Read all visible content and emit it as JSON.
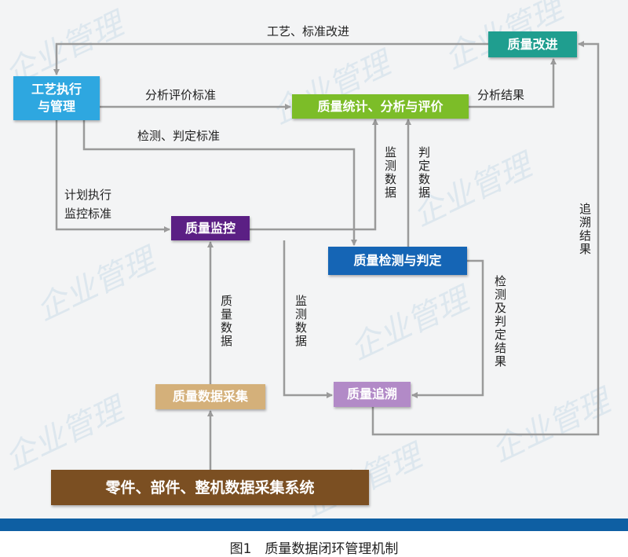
{
  "watermark": "企业管理",
  "boxes": {
    "improve": {
      "label": "质量改进",
      "color": "#1f9e8f"
    },
    "process": {
      "label": "工艺执行\n与管理",
      "color": "#2ea7e0"
    },
    "stats": {
      "label": "质量统计、分析与评价",
      "color": "#7cbd28"
    },
    "monitor": {
      "label": "质量监控",
      "color": "#5b1f84"
    },
    "inspect": {
      "label": "质量检测与判定",
      "color": "#1565b5"
    },
    "collect": {
      "label": "质量数据采集",
      "color": "#d4b07a"
    },
    "trace": {
      "label": "质量追溯",
      "color": "#b28ac7"
    },
    "system": {
      "label": "零件、部件、整机数据采集系统",
      "color": "#7b4f22"
    }
  },
  "labels": {
    "process_std_improve": "工艺、标准改进",
    "analysis_std": "分析评价标准",
    "inspect_std": "检测、判定标准",
    "plan_monitor_std_1": "计划执行",
    "plan_monitor_std_2": "监控标准",
    "analysis_result": "分析结果",
    "monitor_data_up": "监测数据",
    "judge_data": "判定数据",
    "trace_result": "追溯结果",
    "quality_data": "质量数据",
    "monitor_data_down": "监测数据",
    "inspect_result": "检测及判定结果"
  },
  "caption": "图1　质量数据闭环管理机制",
  "colors": {
    "line": "#9a9a9a",
    "background": "#f3f4f5",
    "bar": "#0e5fa3"
  }
}
